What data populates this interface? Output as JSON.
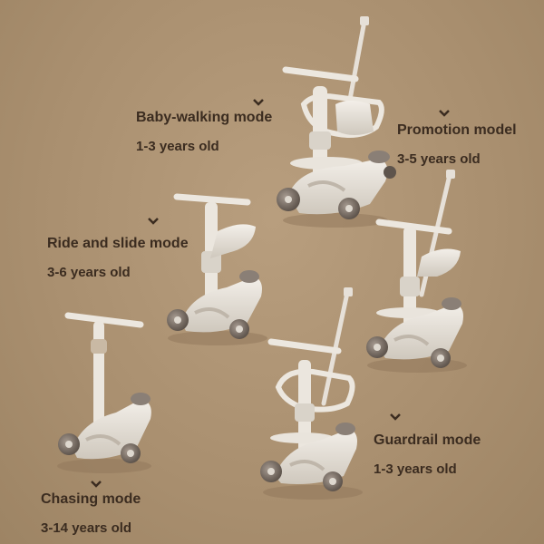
{
  "modes": [
    {
      "name": "Baby-walking mode",
      "age": "1-3 years old"
    },
    {
      "name": "Promotion model",
      "age": "3-5 years old"
    },
    {
      "name": "Ride and slide mode",
      "age": "3-6 years old"
    },
    {
      "name": "Guardrail mode",
      "age": "1-3 years old"
    },
    {
      "name": "Chasing mode",
      "age": "3-14 years old"
    }
  ],
  "colors": {
    "background": "#ad9474",
    "scooter_body": "#e9e4dc",
    "wheel": "#8a7f76",
    "text": "#3b2c20"
  },
  "icons": [
    "chevron-down-icon"
  ]
}
